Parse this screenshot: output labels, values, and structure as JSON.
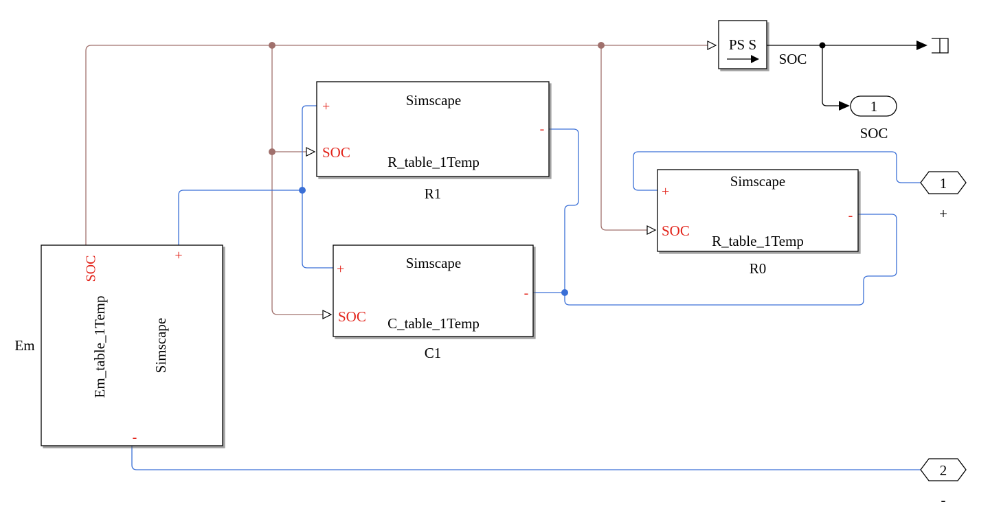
{
  "blocks": {
    "em": {
      "name": "Em",
      "mask": "Simscape",
      "table": "Em_table_1Temp",
      "port_soc": "SOC",
      "port_plus": "+",
      "port_minus": "-"
    },
    "r1": {
      "name": "R1",
      "mask": "Simscape",
      "table": "R_table_1Temp",
      "port_soc": "SOC",
      "port_plus": "+",
      "port_minus": "-"
    },
    "c1": {
      "name": "C1",
      "mask": "Simscape",
      "table": "C_table_1Temp",
      "port_soc": "SOC",
      "port_plus": "+",
      "port_minus": "-"
    },
    "r0": {
      "name": "R0",
      "mask": "Simscape",
      "table": "R_table_1Temp",
      "port_soc": "SOC",
      "port_plus": "+",
      "port_minus": "-"
    },
    "ps_s": {
      "label": "PS S",
      "output_signal": "SOC"
    },
    "outport_soc": {
      "number": "1",
      "name": "SOC"
    },
    "conn_plus": {
      "number": "1",
      "name": "+"
    },
    "conn_minus": {
      "number": "2",
      "name": "-"
    }
  },
  "colors": {
    "physical_line": "#3a6fd6",
    "signal_line": "#a0706c",
    "port_label": "#e2231a",
    "block_border": "#000000"
  }
}
